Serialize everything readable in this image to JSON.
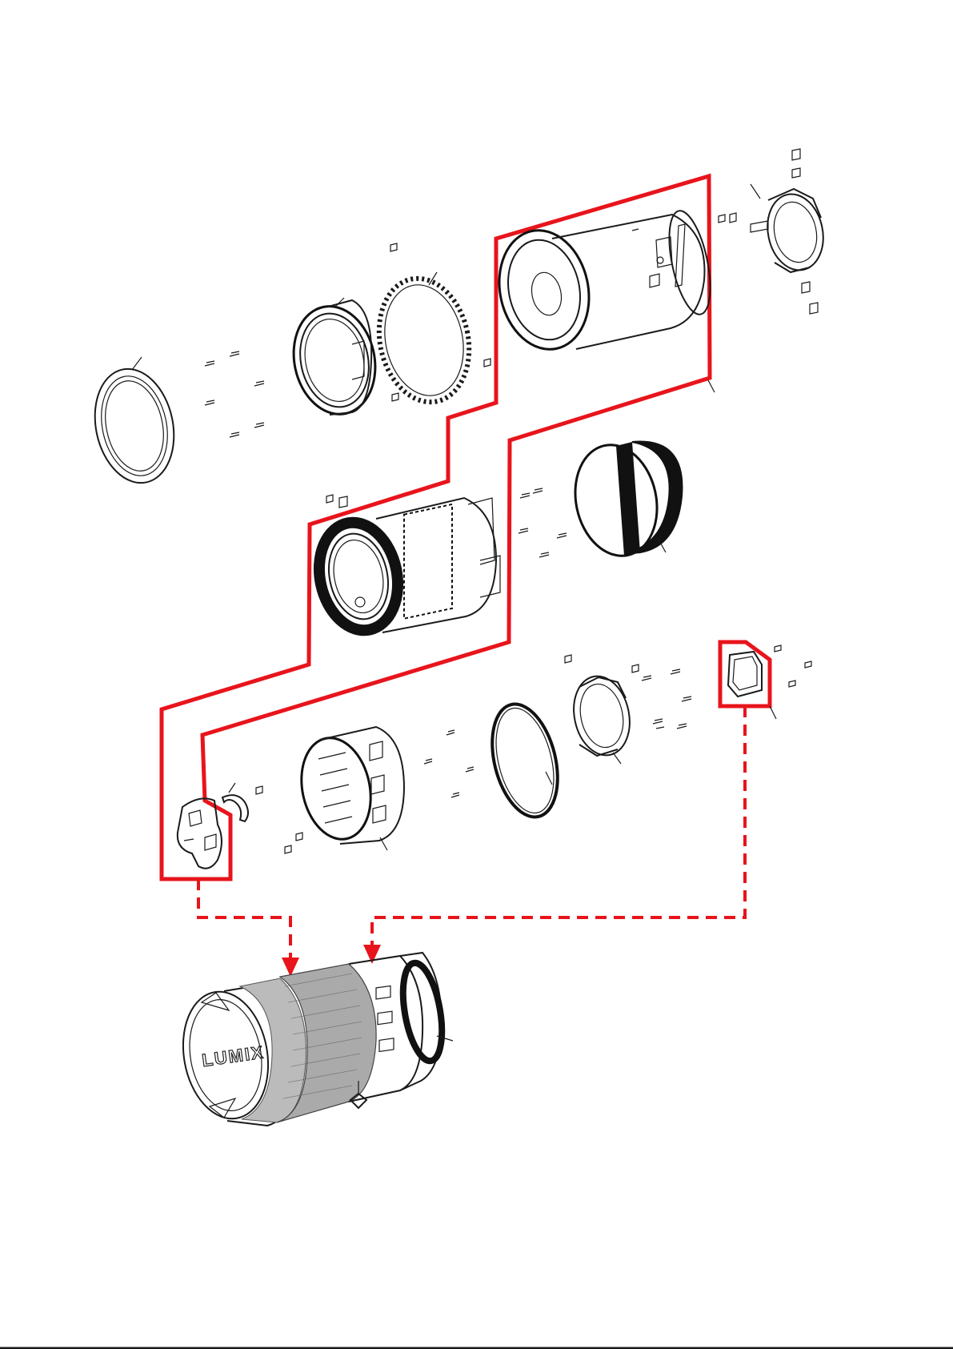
{
  "diagram": {
    "type": "exploded-parts-view",
    "logo_text": "LUMIX",
    "colors": {
      "group_outline": "#e8141c",
      "assembly_arrows": "#e8141c",
      "line_art": "#1a1a1a"
    },
    "parts": [
      {
        "name": "front-filter-ring"
      },
      {
        "name": "front-lens-barrel"
      },
      {
        "name": "gear-ring"
      },
      {
        "name": "cam-cylinder"
      },
      {
        "name": "rear-bracket"
      },
      {
        "name": "zoom-lens-unit"
      },
      {
        "name": "rubber-grip-band"
      },
      {
        "name": "rear-frame"
      },
      {
        "name": "small-clip"
      },
      {
        "name": "switch-housing"
      },
      {
        "name": "o-ring"
      },
      {
        "name": "lens-mount"
      },
      {
        "name": "rear-mask-plate"
      },
      {
        "name": "assembled-lens"
      }
    ],
    "groups": [
      {
        "name": "outer-group"
      },
      {
        "name": "rear-mask-group"
      }
    ]
  }
}
